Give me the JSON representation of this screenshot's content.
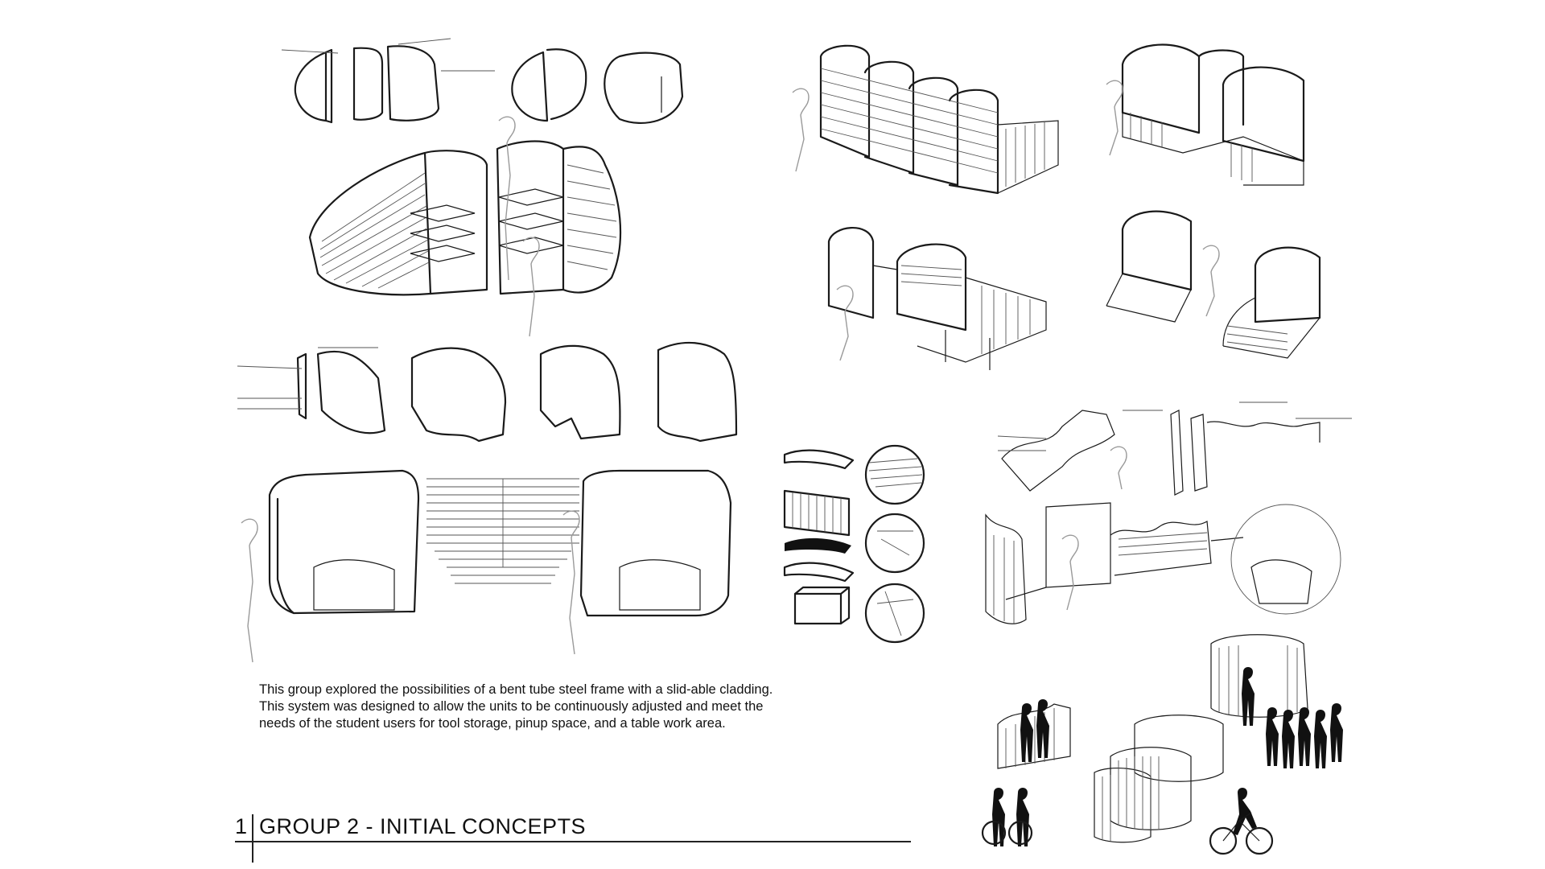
{
  "sheet": {
    "description_text": "This group explored the possibilities of a bent tube steel frame with a slid-able cladding. This system was designed to allow the units to be continuously adjusted and meet the needs of the student users for tool storage, pinup space, and a table work area.",
    "title_number": "1",
    "title": "GROUP 2 - INITIAL CONCEPTS"
  }
}
